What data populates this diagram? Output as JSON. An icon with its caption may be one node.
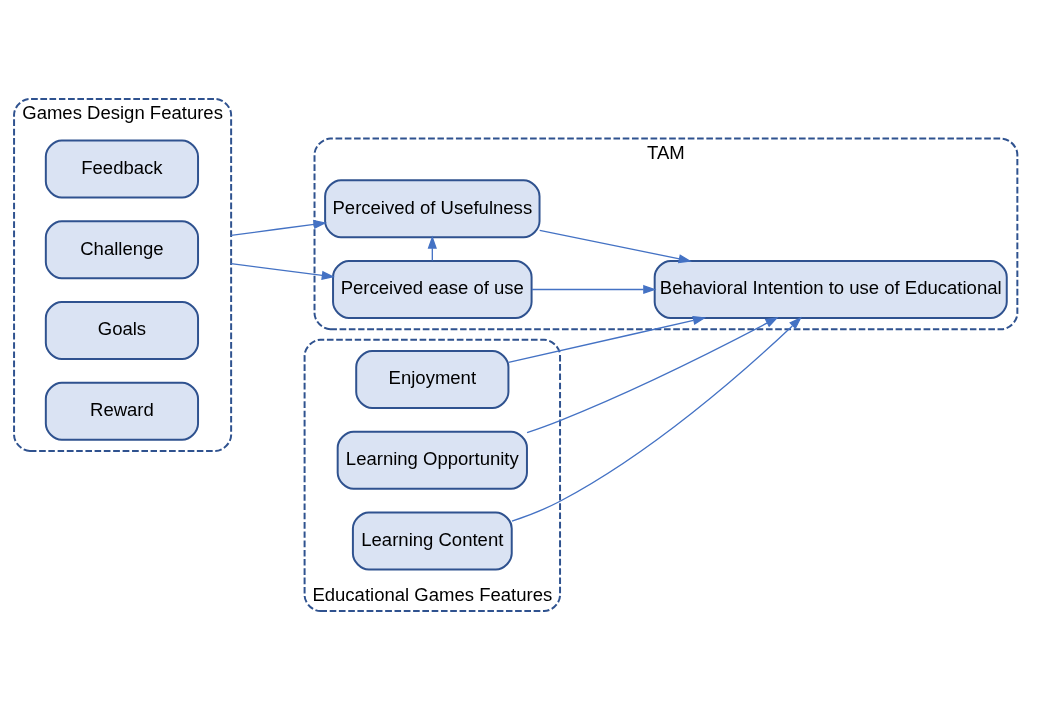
{
  "diagram": {
    "nodes": [
      {
        "text": [
          "Games Design Features"
        ]
      },
      {
        "text": [
          "Feedback"
        ],
        "in": 0
      },
      {
        "text": [
          "Challenge"
        ],
        "in": 0
      },
      {
        "text": [
          "Goals"
        ],
        "in": 0
      },
      {
        "text": [
          "Reward"
        ],
        "in": 0
      },
      {
        "text": [
          "TAM"
        ]
      },
      {
        "text": [
          "Perceived of Usefulness"
        ],
        "in": 5
      },
      {
        "text": [
          "Perceived ease of use"
        ],
        "in": 5
      },
      {
        "text": [
          "Behavioral Intention to use of Educational"
        ],
        "in": 5
      },
      {
        "text": [
          "Educational Games Features"
        ]
      },
      {
        "text": [
          "Enjoyment"
        ],
        "in": 9
      },
      {
        "text": [
          "Learning Opportunity"
        ],
        "in": 9
      },
      {
        "text": [
          "Learning Content"
        ],
        "in": 9
      }
    ],
    "edges": [
      {
        "from": 0,
        "to": 6,
        "arrow": "to"
      },
      {
        "from": 0,
        "to": 7,
        "arrow": "to"
      },
      {
        "from": 7,
        "to": 6,
        "arrow": "to"
      },
      {
        "from": 6,
        "to": 8,
        "arrow": "to"
      },
      {
        "from": 7,
        "to": 8,
        "arrow": "to"
      },
      {
        "from": 10,
        "to": 8,
        "arrow": "to"
      },
      {
        "from": 11,
        "to": 8,
        "arrow": "to"
      },
      {
        "from": 12,
        "to": 8,
        "arrow": "to"
      }
    ]
  }
}
